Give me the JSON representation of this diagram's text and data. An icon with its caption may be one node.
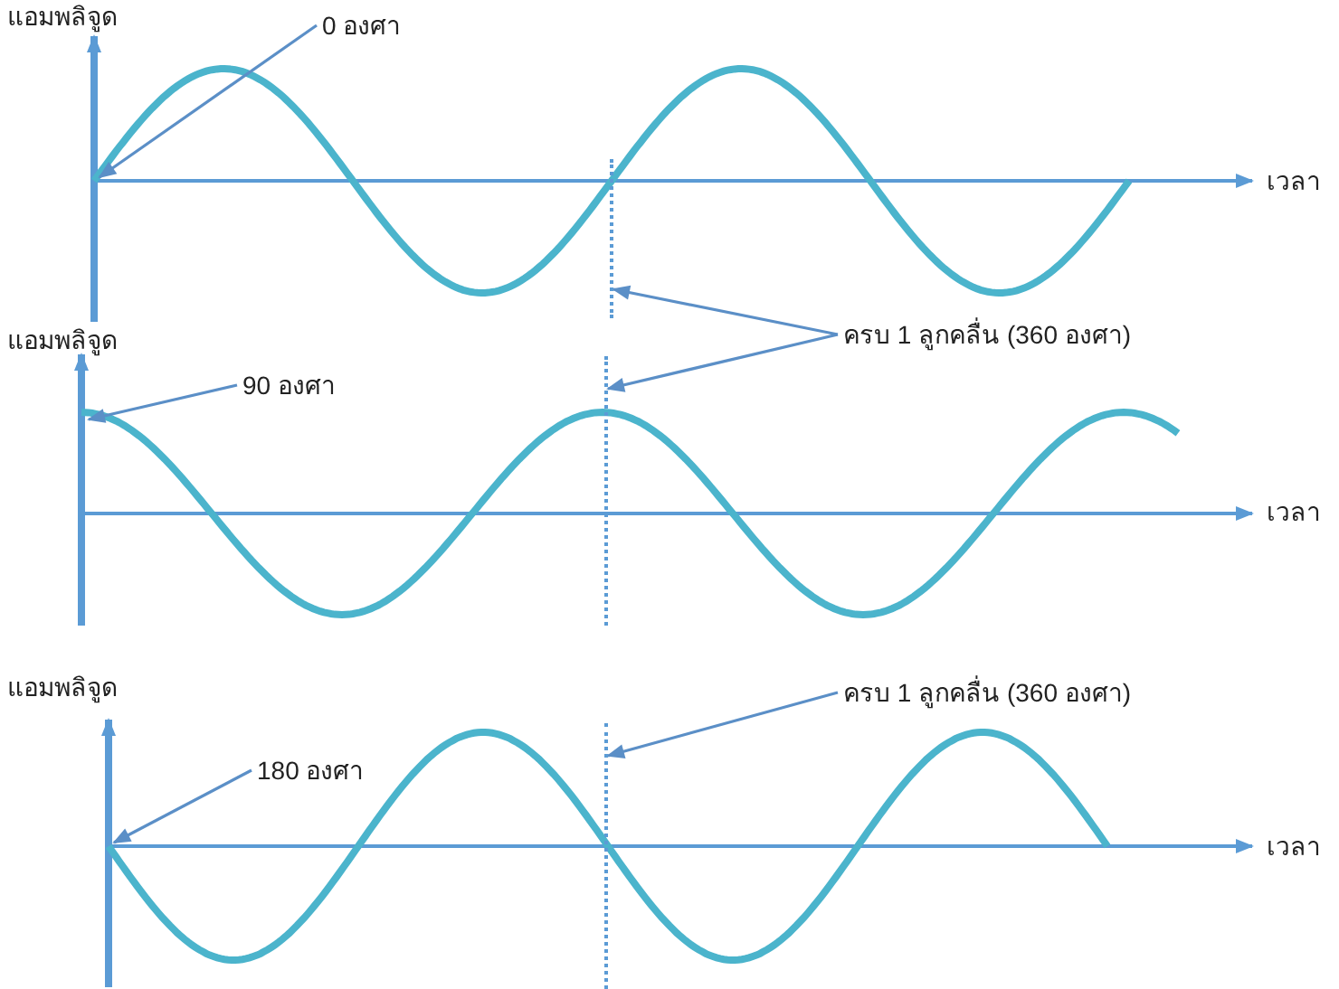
{
  "diagram": {
    "nodes": [
      {
        "text": [
          "0 องศา"
        ]
      },
      {
        "text": [],
        "shape": "line"
      },
      {
        "text": [
          "ครบ 1 ลูกคลื่น (360 องศา)"
        ]
      },
      {
        "text": [
          "90 องศา"
        ]
      },
      {
        "text": [],
        "shape": "line"
      },
      {
        "text": [
          "ครบ 1 ลูกคลื่น (360 องศา)"
        ]
      },
      {
        "text": [
          "180 องศา"
        ]
      },
      {
        "text": [],
        "shape": "line"
      }
    ],
    "edges": [
      {
        "from": 0,
        "to": null,
        "arrow": "to"
      },
      {
        "from": 2,
        "to": 1,
        "arrow": "to"
      },
      {
        "from": 2,
        "to": 4,
        "arrow": "to"
      },
      {
        "from": 3,
        "to": null,
        "arrow": "to"
      },
      {
        "from": 5,
        "to": 7,
        "arrow": "to"
      },
      {
        "from": 6,
        "to": null,
        "arrow": "to"
      }
    ],
    "labels": [
      "แอมพลิจูด",
      "เวลา",
      "แอมพลิจูด",
      "เวลา",
      "แอมพลิจูด",
      "เวลา"
    ]
  }
}
